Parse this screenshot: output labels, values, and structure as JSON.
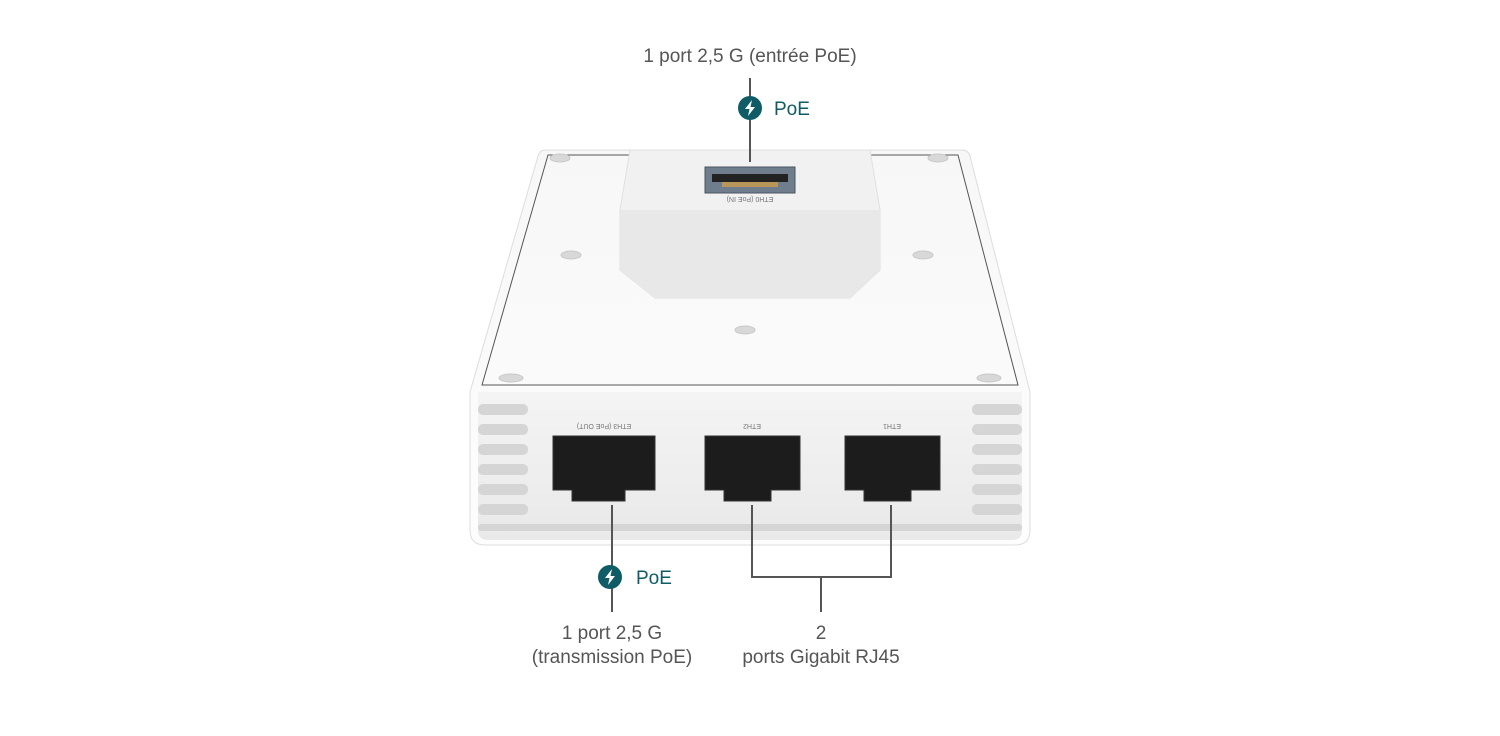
{
  "callouts": {
    "top_port": {
      "label": "1 port 2,5 G (entrée PoE)",
      "badge": "PoE"
    },
    "poe_out_port": {
      "line1": "1 port 2,5 G",
      "line2": "(transmission PoE)",
      "badge": "PoE"
    },
    "gigabit_ports": {
      "line1": "2",
      "line2": "ports Gigabit RJ45"
    }
  },
  "device_port_labels": {
    "eth0": "ETH0 (PoE IN)",
    "eth3": "ETH3 (PoE OUT)",
    "eth2": "ETH2",
    "eth1": "ETH1"
  },
  "colors": {
    "accent": "#0f5c66",
    "line": "#555555",
    "text": "#555555"
  }
}
